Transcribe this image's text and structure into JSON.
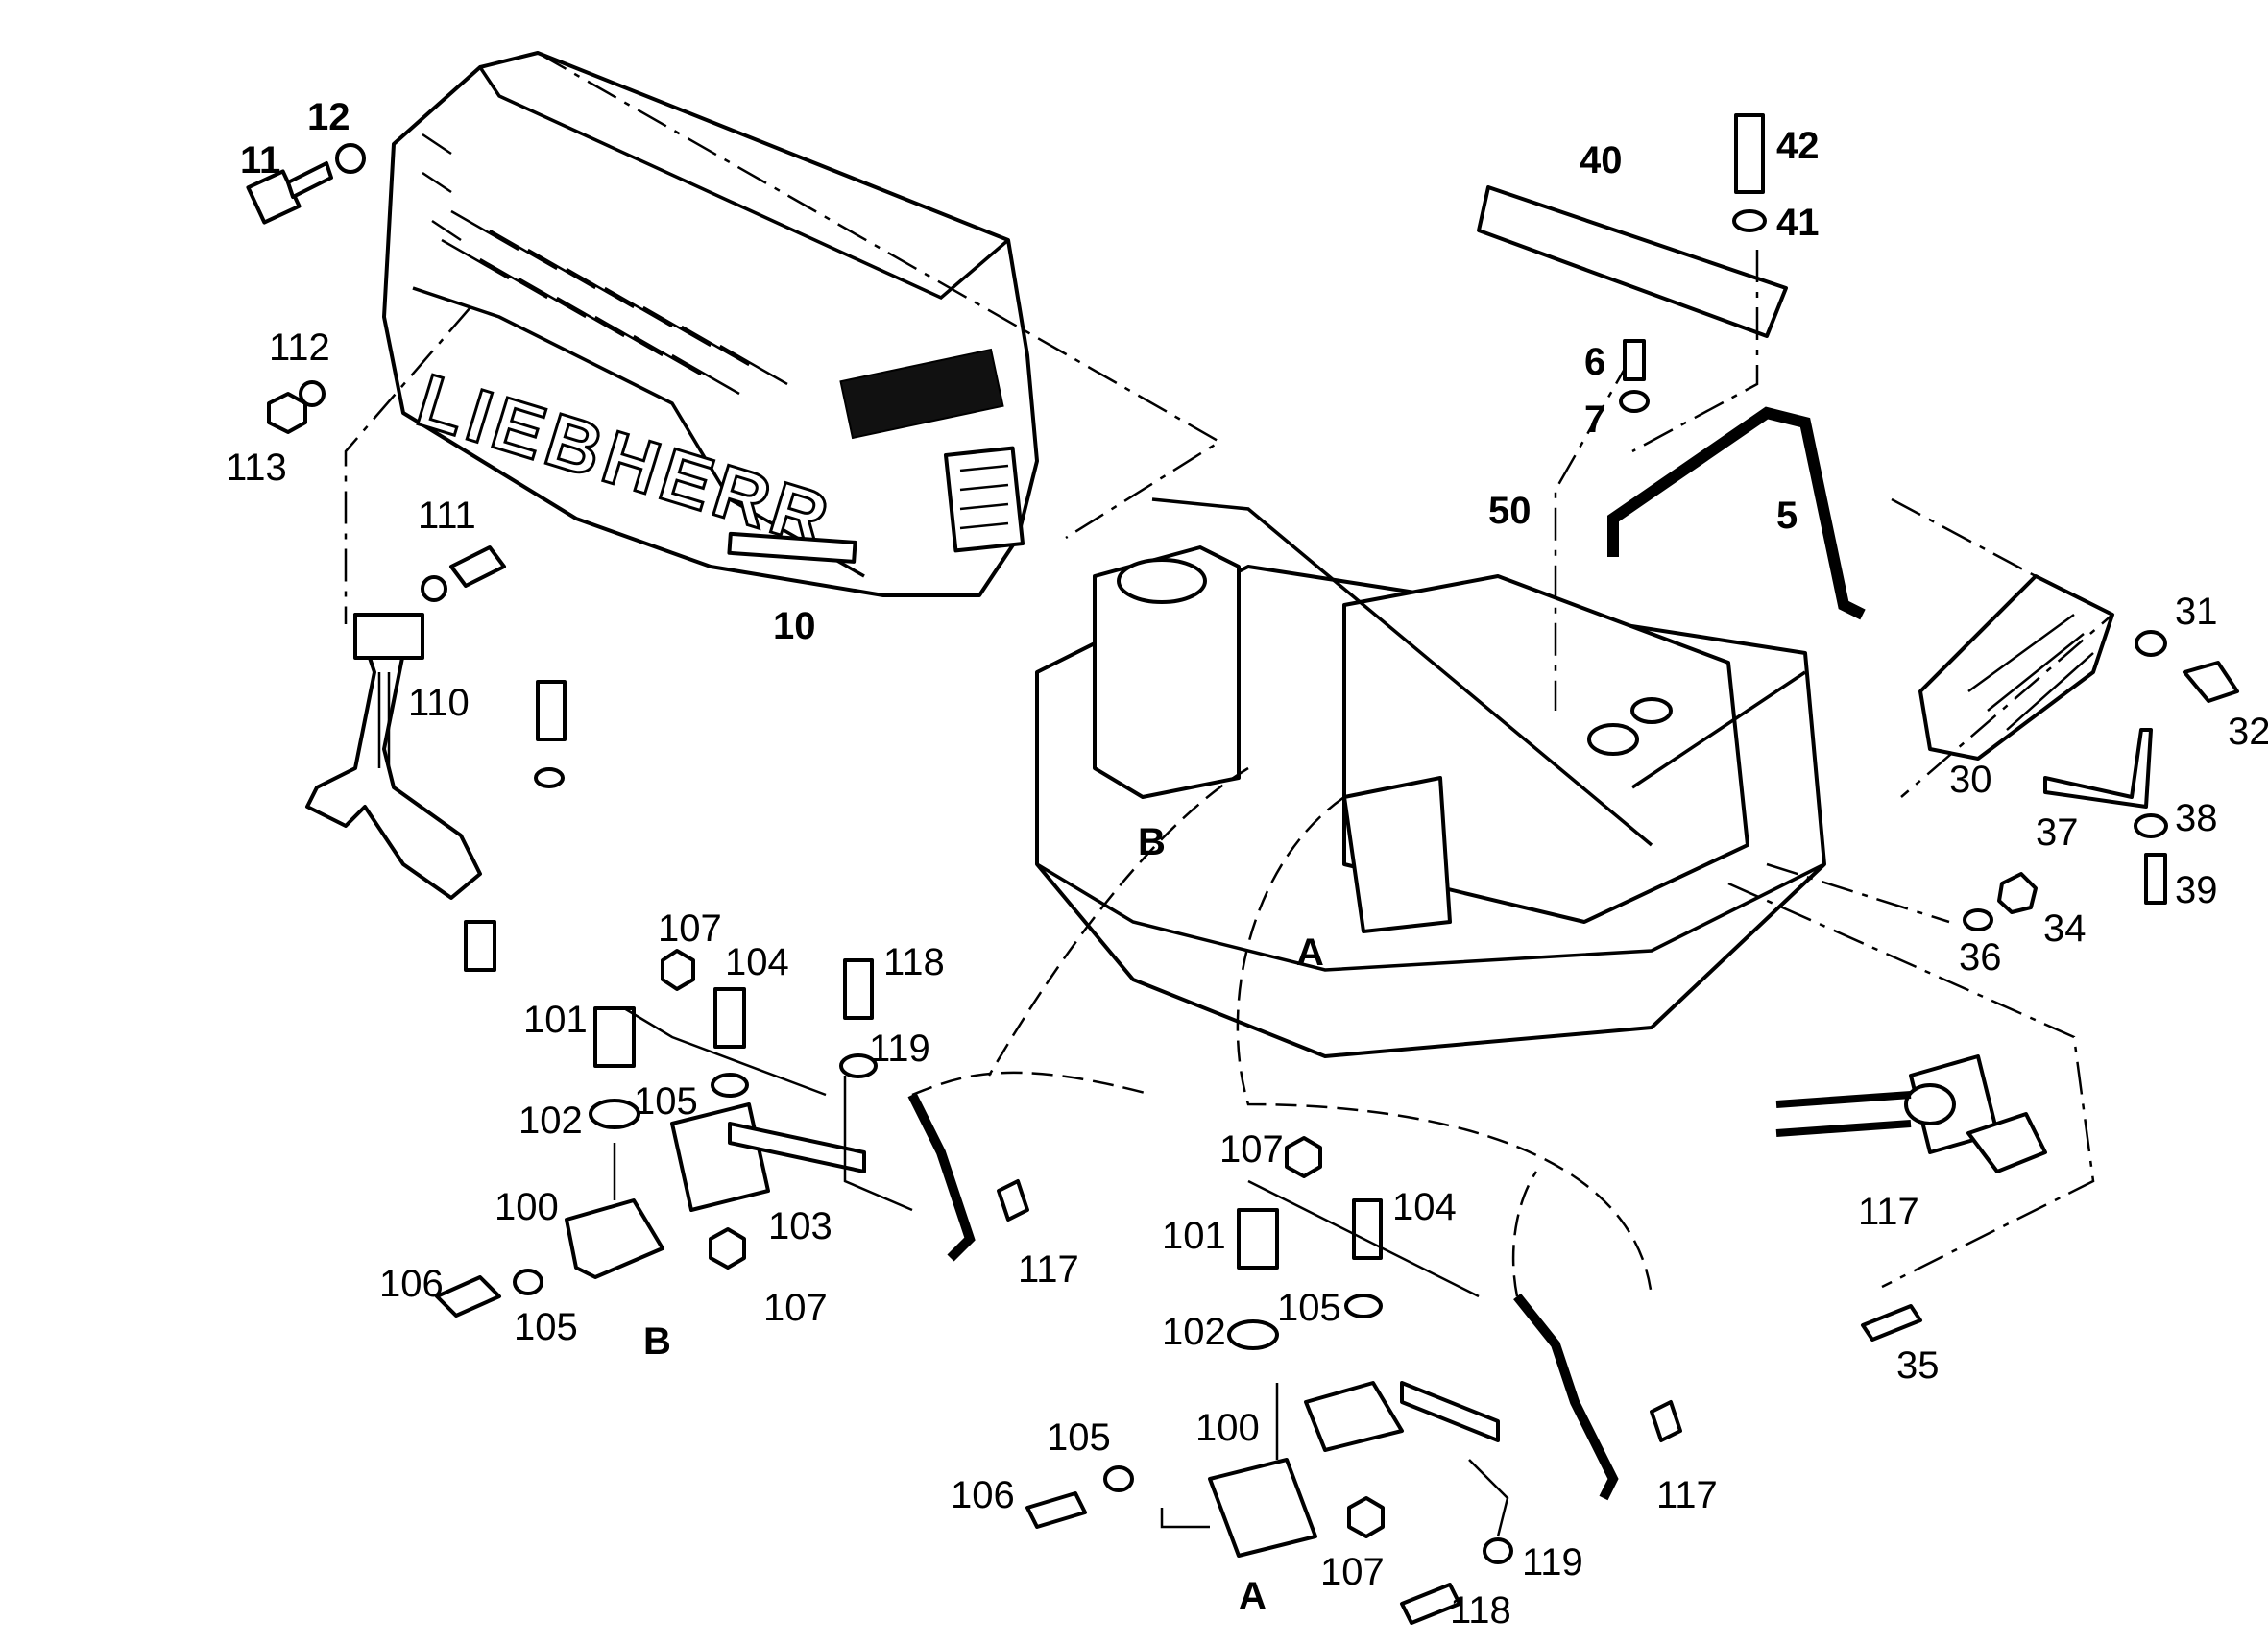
{
  "brand_text": "LIEBHERR",
  "labels": {
    "p5": "5",
    "p6": "6",
    "p7": "7",
    "p10": "10",
    "p11": "11",
    "p12": "12",
    "p30": "30",
    "p31": "31",
    "p32": "32",
    "p34": "34",
    "p35": "35",
    "p36": "36",
    "p37": "37",
    "p38": "38",
    "p39": "39",
    "p40": "40",
    "p41": "41",
    "p42": "42",
    "p50": "50",
    "p100": "100",
    "p101": "101",
    "p102": "102",
    "p103": "103",
    "p104": "104",
    "p105": "105",
    "p106": "106",
    "p107": "107",
    "p110": "110",
    "p111": "111",
    "p112": "112",
    "p113": "113",
    "p117": "117",
    "p118": "118",
    "p119": "119",
    "A": "A",
    "B": "B"
  }
}
